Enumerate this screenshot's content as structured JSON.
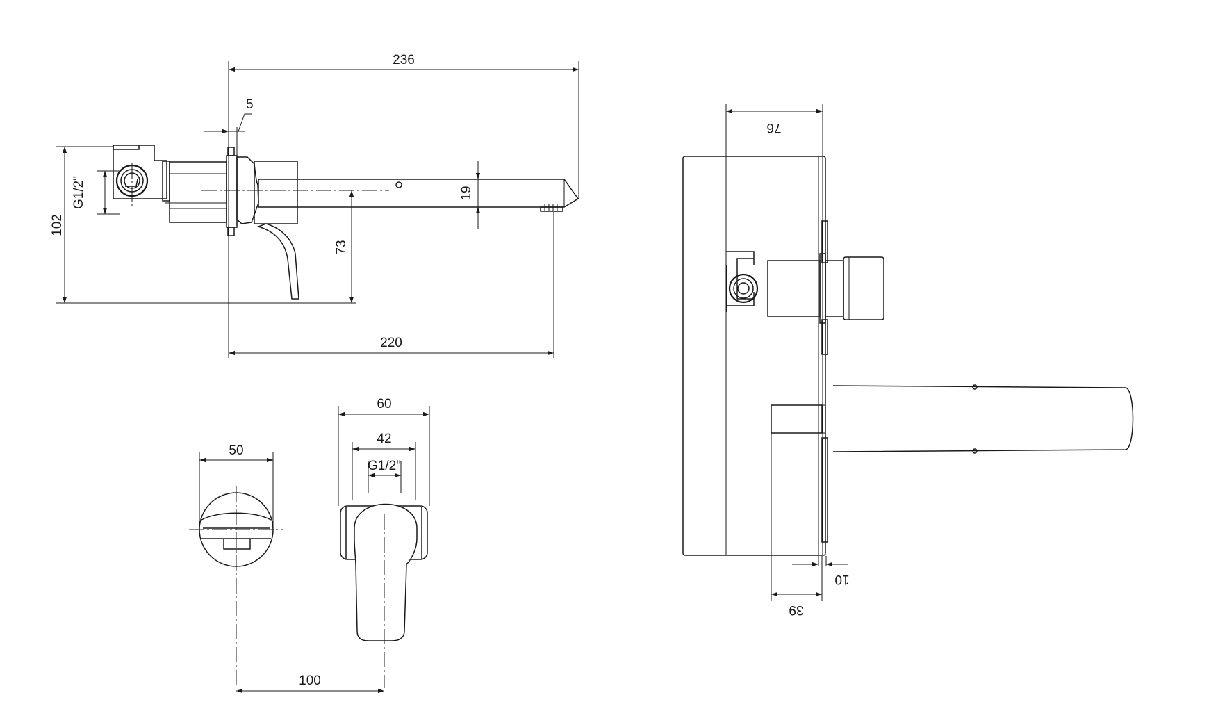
{
  "dimensions": {
    "overall_length": "236",
    "wall_plate_thickness": "5",
    "inlet_thread_side": "G1/2\"",
    "overall_height": "102",
    "spout_height": "19",
    "spout_to_floor_line": "73",
    "projection": "220",
    "rosette_width": "60",
    "inner_width": "42",
    "inlet_thread_front": "G1/2\"",
    "spout_rosette_width": "50",
    "centre_distance": "100",
    "box_width": "76",
    "cover_depth": "10",
    "install_depth": "39"
  },
  "colors": {
    "line": "#1a1a1a",
    "background": "#ffffff"
  }
}
